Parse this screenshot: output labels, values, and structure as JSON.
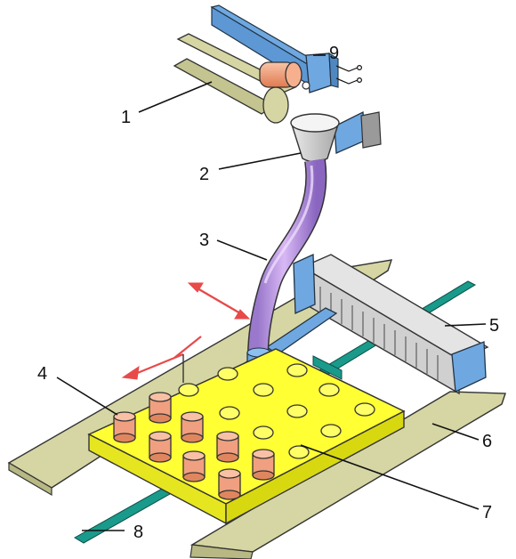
{
  "labels": {
    "l1": "1",
    "l2": "2",
    "l3": "3",
    "l4": "4",
    "l5": "5",
    "l6": "6",
    "l7": "7",
    "l8": "8",
    "l9": "9"
  },
  "colors": {
    "rail": "#d6d6a4",
    "track": "#1a9a8a",
    "plate": "#ffff33",
    "pellet": "#f0a080",
    "hole": "#ffff55",
    "hose": "#c8a0e8",
    "steel": "#6fa8e0",
    "shroud": "#cfcfcf",
    "roller": "#f19a72",
    "arrow": "#e84a4a"
  }
}
